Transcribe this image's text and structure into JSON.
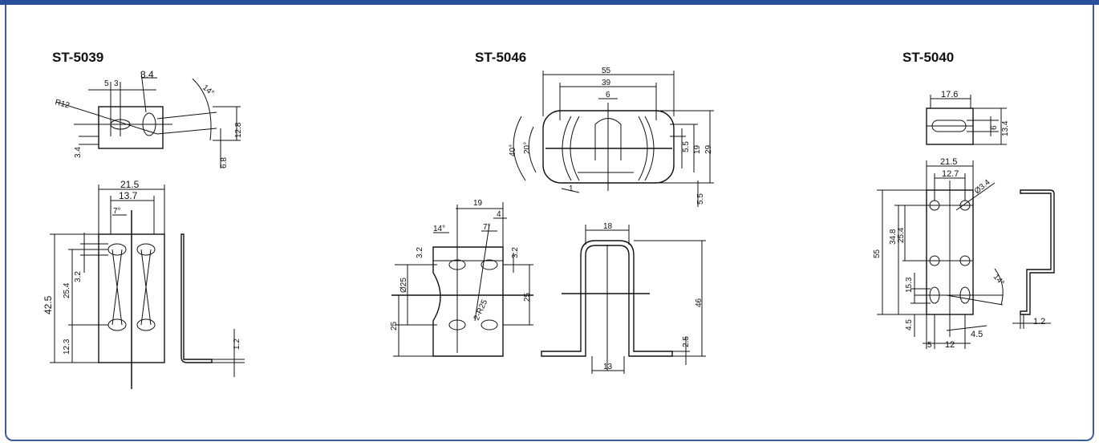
{
  "parts": [
    {
      "title": "ST-5039",
      "dims": [
        "5",
        "3",
        "3.4",
        "14°",
        "R12",
        "12.8",
        "3.4",
        "6.8",
        "21.5",
        "13.7",
        "7°",
        "3.2",
        "25.4",
        "42.5",
        "12.3",
        "1.2"
      ]
    },
    {
      "title": "ST-5046",
      "dims": [
        "55",
        "39",
        "6",
        "40°",
        "20°",
        "5.5",
        "19",
        "29",
        "5.5",
        "1",
        "19",
        "4",
        "14°",
        "7°",
        "3.2",
        "3.2",
        "Ø25",
        "2-R25",
        "25",
        "25",
        "18",
        "46",
        "2.5",
        "13"
      ]
    },
    {
      "title": "ST-5040",
      "dims": [
        "17.6",
        "6",
        "13.4",
        "21.5",
        "12.7",
        "Ø3.4",
        "55",
        "34.8",
        "25.4",
        "14°",
        "15.3",
        "4.5",
        "5",
        "12",
        "4.5",
        "1.2"
      ]
    }
  ]
}
